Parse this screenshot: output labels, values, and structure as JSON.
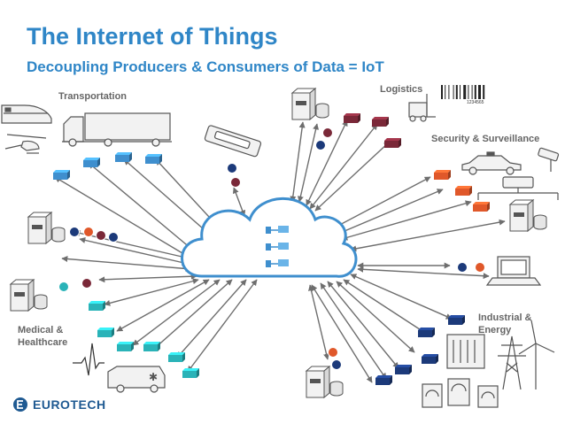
{
  "header": {
    "title": "The Internet of Things",
    "subtitle": "Decoupling Producers & Consumers of Data = IoT"
  },
  "categories": {
    "transportation": "Transportation",
    "logistics": "Logistics",
    "security": "Security & Surveillance",
    "industrial_line1": "Industrial &",
    "industrial_line2": "Energy",
    "medical_line1": "Medical &",
    "medical_line2": "Healthcare"
  },
  "barcode_number": "1234565",
  "logo": {
    "name": "EUROTECH",
    "icon": "eurotech-logo-icon"
  },
  "colors": {
    "title": "#2f86c7",
    "arrow": "#6e6e6e",
    "cloud_stroke": "#3f8fce",
    "transport": "#3f8fce",
    "logistics": "#7a2838",
    "security": "#e0582a",
    "industrial": "#1c3a7a",
    "medical": "#2ab3b8",
    "navy_dot": "#1c3a7a",
    "maroon_dot": "#7a2838",
    "orange_dot": "#e0582a",
    "teal_dot": "#2ab3b8",
    "device_fill": "#f2f2f2",
    "device_stroke": "#555555"
  }
}
